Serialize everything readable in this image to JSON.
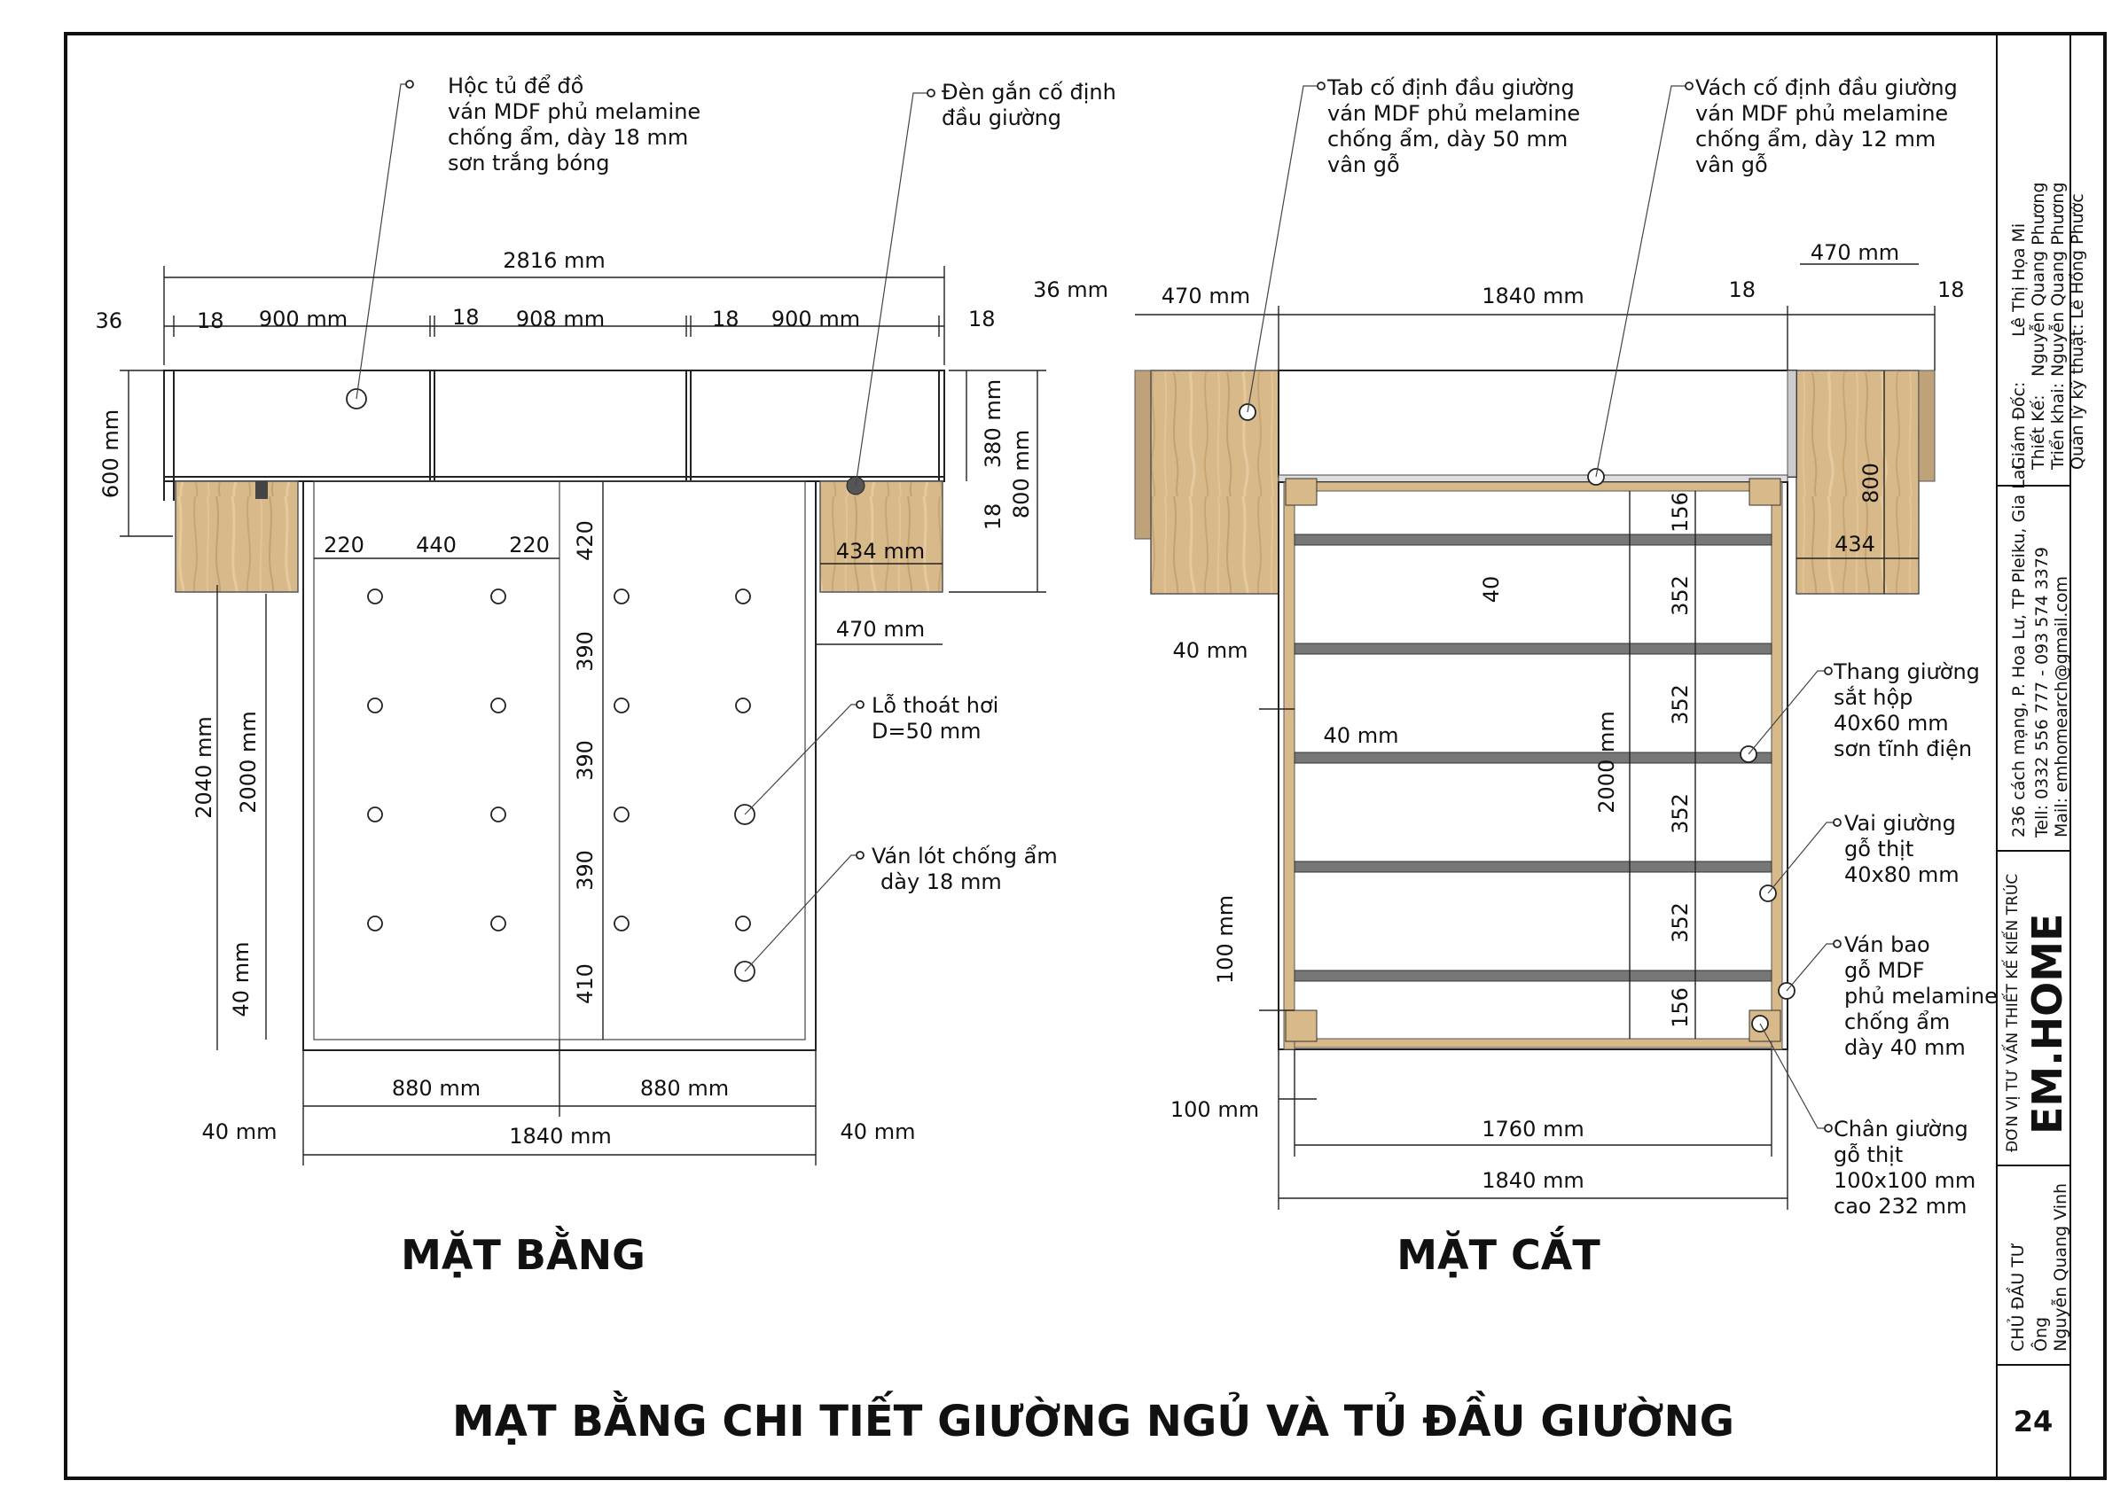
{
  "sheet": {
    "main_title": "MẠT BẰNG  CHI TIẾT GIƯỜNG NGỦ VÀ TỦ ĐẦU GIƯỜNG",
    "page_number": "24"
  },
  "plan": {
    "title": "MẶT BẰNG",
    "labels": {
      "cabinet": [
        "Hộc tủ để đồ",
        "ván MDF phủ melamine",
        "chống ẩm, dày 18 mm",
        "sơn trắng bóng"
      ],
      "lamp": [
        "Đèn gắn cố định",
        "đầu giường"
      ],
      "vent": [
        "Lỗ thoát hơi",
        "D=50 mm"
      ],
      "board": [
        "Ván lót chống ẩm",
        "dày 18 mm"
      ]
    },
    "dims": {
      "total": "2816 mm",
      "d36": "36",
      "d18": "18",
      "d900": "900 mm",
      "d908": "908 mm",
      "d600": "600 mm",
      "d380": "380 mm",
      "d800": "800 mm",
      "d434": "434 mm",
      "d470": "470 mm",
      "d220": "220",
      "d440": "440",
      "d420": "420",
      "d390": "390",
      "d410": "410",
      "d2040": "2040 mm",
      "d2000": "2000 mm",
      "d40": "40 mm",
      "d880": "880 mm",
      "d1840": "1840 mm"
    }
  },
  "section": {
    "title": "MẶT CẮT",
    "labels": {
      "tab": [
        "Tab cố định đầu giường",
        "ván MDF phủ melamine",
        "chống ẩm, dày 50 mm",
        "vân gỗ"
      ],
      "partition": [
        "Vách cố định đầu giường",
        "ván MDF phủ melamine",
        "chống ẩm, dày 12 mm",
        "vân gỗ"
      ],
      "ladder": [
        "Thang giường",
        "sắt hộp",
        "40x60 mm",
        "sơn tĩnh điện"
      ],
      "shoulder": [
        "Vai giường",
        "gỗ thịt",
        "40x80 mm"
      ],
      "frame": [
        "Ván bao",
        "gỗ MDF",
        "phủ melamine",
        "chống ẩm",
        "dày 40 mm"
      ],
      "leg": [
        "Chân giường",
        "gỗ thịt",
        "100x100 mm",
        "cao 232 mm"
      ]
    },
    "dims": {
      "d36": "36 mm",
      "d470": "470 mm",
      "d1840": "1840 mm",
      "d18": "18",
      "d800": "800",
      "d434": "434",
      "d156": "156",
      "d352": "352",
      "d40": "40",
      "d40mm": "40 mm",
      "d2000": "2000 mm",
      "d100": "100 mm",
      "d1760": "1760 mm"
    }
  },
  "title_block": {
    "director_label": "Giám Đốc:",
    "director": "Lê Thị Họa Mi",
    "designer_label": "Thiết Kế:",
    "designer": "Nguyễn Quang Phương",
    "deploy_label": "Triển khai:",
    "deploy": "Nguyễn Quang Phương",
    "tech_label": "Quản lý kỹ thuật:",
    "tech": "Lê Hồng Phước",
    "address": "236 cách mạng, P. Hoa Lư, TP Pleiku, Gia Lai",
    "tel": "Tell: 0332 556 777  -  093 574 3379",
    "mail": "Mail: emhomearch@gmail.com",
    "unit": "ĐƠN VỊ TƯ VẤN THIẾT KẾ KIẾN TRÚC",
    "brand": "EM.HOME",
    "investor_label": "CHỦ ĐẦU TƯ",
    "investor_title": "Ông",
    "investor": "Nguyễn Quang Vinh"
  }
}
